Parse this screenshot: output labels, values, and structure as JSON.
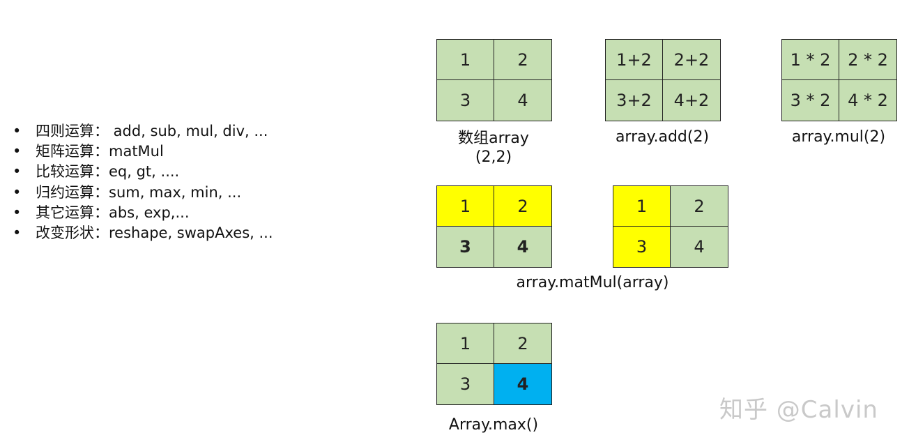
{
  "bullets": [
    "四则运算： add, sub, mul, div, ...",
    "矩阵运算：matMul",
    "比较运算：eq, gt, ....",
    "归约运算：sum, max, min, ...",
    "其它运算：abs, exp,...",
    "改变形状：reshape, swapAxes, ..."
  ],
  "bullet_symbol": "•",
  "grids": {
    "array": {
      "cells": [
        "1",
        "2",
        "3",
        "4"
      ],
      "caption_line1": "数组array",
      "caption_line2": "(2,2)"
    },
    "add": {
      "cells": [
        "1+2",
        "2+2",
        "3+2",
        "4+2"
      ],
      "caption": "array.add(2)"
    },
    "mul": {
      "cells": [
        "1 * 2",
        "2 * 2",
        "3 * 2",
        "4 * 2"
      ],
      "caption": "array.mul(2)"
    },
    "matmul_left": {
      "cells": [
        "1",
        "2",
        "3",
        "4"
      ]
    },
    "matmul_right": {
      "cells": [
        "1",
        "2",
        "3",
        "4"
      ]
    },
    "matmul_caption": "array.matMul(array)",
    "max": {
      "cells": [
        "1",
        "2",
        "3",
        "4"
      ],
      "caption": "Array.max()"
    }
  },
  "colors": {
    "cell_green": "#c6dfb3",
    "highlight_yellow": "#ffff00",
    "highlight_blue": "#00b0f0"
  },
  "watermark": "知乎 @Calvin"
}
